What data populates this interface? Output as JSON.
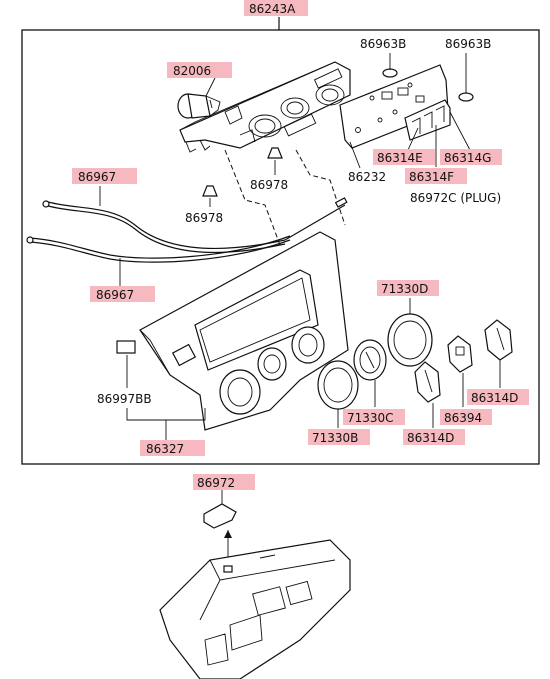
{
  "labels": {
    "top_assembly": "86243A",
    "part_82006": "82006",
    "part_86963b_left": "86963B",
    "part_86963b_right": "86963B",
    "part_86978_top": "86978",
    "part_86978_bottom": "86978",
    "part_86232": "86232",
    "part_86314e": "86314E",
    "part_86314g": "86314G",
    "part_86314f": "86314F",
    "part_86972c": "86972C (PLUG)",
    "part_86967_top": "86967",
    "part_86967_bottom": "86967",
    "part_71330d": "71330D",
    "part_86997bb": "86997BB",
    "part_86314d_right": "86314D",
    "part_71330c": "71330C",
    "part_86394": "86394",
    "part_86327": "86327",
    "part_71330b": "71330B",
    "part_86314d_bottom": "86314D",
    "part_86972": "86972"
  },
  "colors": {
    "highlight": "#f6b9bf",
    "line": "#111111",
    "background": "#ffffff"
  }
}
